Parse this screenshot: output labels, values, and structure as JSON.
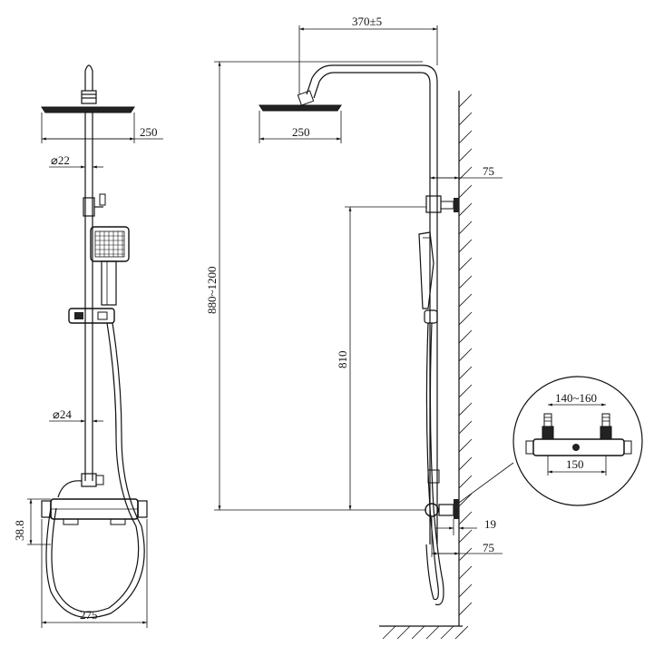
{
  "dimensions": {
    "front_head_width": "250",
    "front_pipe_dia": "⌀22",
    "front_rail_dia": "⌀24",
    "front_body_height": "38.8",
    "front_body_width": "275",
    "side_arm_reach": "370±5",
    "side_head_width": "250",
    "side_wall_offset_top": "75",
    "side_height_range": "880~1200",
    "side_inlet_height": "810",
    "side_wall_offset_body": "19",
    "side_wall_offset_bottom": "75",
    "detail_center_range": "140~160",
    "detail_center_distance": "150"
  },
  "colors": {
    "line": "#111111",
    "fill_dark": "#222222"
  },
  "icons": [
    "wall-hatch-icon",
    "floor-hatch-icon"
  ]
}
